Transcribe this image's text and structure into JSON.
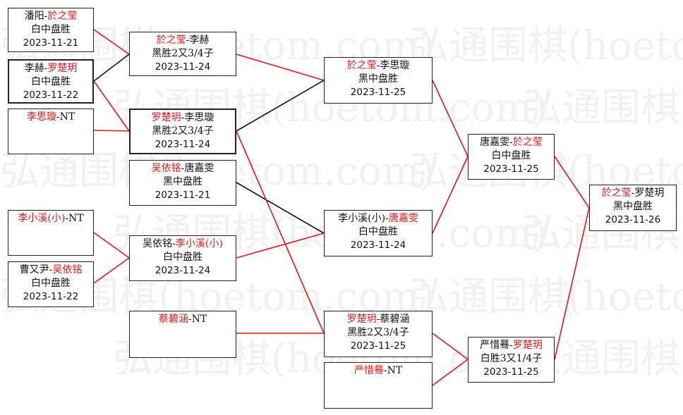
{
  "watermark": "弘通围棋(hoetom.com)",
  "colors": {
    "winner": "#e8141a",
    "loser": "#111111",
    "line_win": "#e8141a",
    "line_lose": "#111111"
  },
  "matches": [
    {
      "id": "r1_1",
      "p1": "潘阳",
      "p2": "於之莹",
      "win": 2,
      "result": "白中盘胜",
      "date": "2023-11-21"
    },
    {
      "id": "r1_2",
      "p1": "李赫",
      "p2": "罗楚玥",
      "win": 2,
      "result": "白中盘胜",
      "date": "2023-11-22"
    },
    {
      "id": "r1_3",
      "p1": "李思璇",
      "p2": "NT",
      "win": 1,
      "result": "",
      "date": ""
    },
    {
      "id": "r1_4",
      "p1": "李小溪(小)",
      "p2": "NT",
      "win": 1,
      "result": "",
      "date": ""
    },
    {
      "id": "r1_5",
      "p1": "曹又尹",
      "p2": "吴依铭",
      "win": 2,
      "result": "白中盘胜",
      "date": "2023-11-22"
    },
    {
      "id": "r2_1",
      "p1": "於之莹",
      "p2": "李赫",
      "win": 1,
      "result": "黑胜2又3/4子",
      "date": "2023-11-24"
    },
    {
      "id": "r2_2",
      "p1": "罗楚玥",
      "p2": "李思璇",
      "win": 1,
      "result": "黑胜2又3/4子",
      "date": "2023-11-24"
    },
    {
      "id": "r2_3",
      "p1": "吴依铭",
      "p2": "唐嘉雯",
      "win": 1,
      "result": "黑中盘胜",
      "date": "2023-11-21"
    },
    {
      "id": "r2_4",
      "p1": "吴依铭",
      "p2": "李小溪(小)",
      "win": 2,
      "result": "白中盘胜",
      "date": "2023-11-24"
    },
    {
      "id": "r2_5",
      "p1": "蔡碧涵",
      "p2": "NT",
      "win": 1,
      "result": "",
      "date": ""
    },
    {
      "id": "r3_1",
      "p1": "於之莹",
      "p2": "李思璇",
      "win": 1,
      "result": "黑中盘胜",
      "date": "2023-11-25"
    },
    {
      "id": "r3_2",
      "p1": "李小溪(小)",
      "p2": "唐嘉雯",
      "win": 2,
      "result": "白中盘胜",
      "date": "2023-11-24"
    },
    {
      "id": "r3_3",
      "p1": "罗楚玥",
      "p2": "蔡碧涵",
      "win": 1,
      "result": "黑胜2又3/4子",
      "date": "2023-11-25"
    },
    {
      "id": "r3_4",
      "p1": "严惜蓦",
      "p2": "NT",
      "win": 1,
      "result": "",
      "date": ""
    },
    {
      "id": "r4_1",
      "p1": "唐嘉雯",
      "p2": "於之莹",
      "win": 2,
      "result": "白中盘胜",
      "date": "2023-11-25"
    },
    {
      "id": "r4_2",
      "p1": "严惜蓦",
      "p2": "罗楚玥",
      "win": 2,
      "result": "白胜3又1/4子",
      "date": "2023-11-25"
    },
    {
      "id": "final",
      "p1": "於之莹",
      "p2": "罗楚玥",
      "win": 1,
      "result": "黑中盘胜",
      "date": "2023-11-26"
    }
  ]
}
